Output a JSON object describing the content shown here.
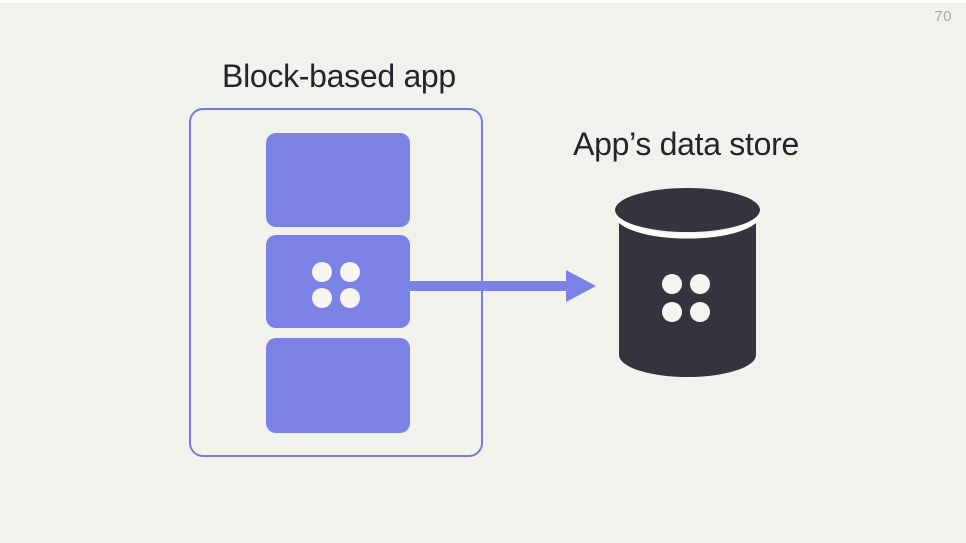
{
  "slide": {
    "page_number": "70"
  },
  "app": {
    "title": "Block-based app",
    "block_count": 3,
    "dotted_block_position": "middle"
  },
  "datastore": {
    "title": "App’s data store",
    "icon": "database-cylinder-with-dots"
  },
  "arrow": {
    "direction": "right",
    "from": "app-middle-block",
    "to": "datastore"
  },
  "colors": {
    "accent_purple": "#7c82e5",
    "outline_purple": "#767cd8",
    "dark_ink": "#37333e",
    "text_dark": "#25232c",
    "page_number_gray": "#a7a6a2",
    "dot_cream": "#f6f5ef",
    "bg": "#f1f2ec"
  }
}
